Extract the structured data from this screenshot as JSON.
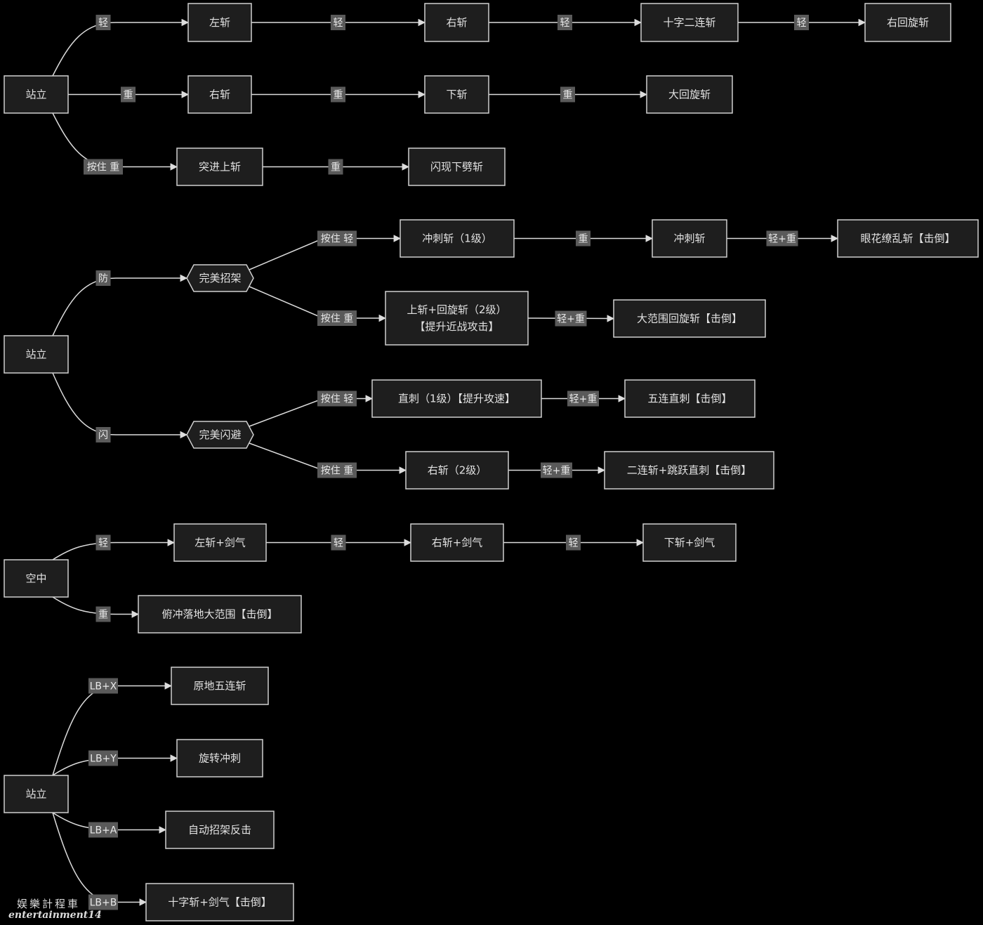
{
  "diagram": {
    "nodes": [
      {
        "id": "s1",
        "text": "站立"
      },
      {
        "id": "n1",
        "text": "左斩"
      },
      {
        "id": "n2",
        "text": "右斩"
      },
      {
        "id": "n3",
        "text": "十字二连斩"
      },
      {
        "id": "n4",
        "text": "右回旋斩"
      },
      {
        "id": "n5",
        "text": "右斩"
      },
      {
        "id": "n6",
        "text": "下斩"
      },
      {
        "id": "n7",
        "text": "大回旋斩"
      },
      {
        "id": "n8",
        "text": "突进上斩"
      },
      {
        "id": "n9",
        "text": "闪现下劈斩"
      },
      {
        "id": "s2",
        "text": "站立"
      },
      {
        "id": "p1",
        "text": "完美招架",
        "shape": "hexagon"
      },
      {
        "id": "p2",
        "text": "完美闪避",
        "shape": "hexagon"
      },
      {
        "id": "m1",
        "text": "冲刺斩（1级）"
      },
      {
        "id": "m2",
        "text": "冲刺斩"
      },
      {
        "id": "m3",
        "text": "眼花缭乱斩【击倒】"
      },
      {
        "id": "m4",
        "text": "上斩+回旋斩（2级）\n【提升近战攻击】"
      },
      {
        "id": "m5",
        "text": "大范围回旋斩【击倒】"
      },
      {
        "id": "m6",
        "text": "直刺（1级）【提升攻速】"
      },
      {
        "id": "m7",
        "text": "五连直刺【击倒】"
      },
      {
        "id": "m8",
        "text": "右斩（2级）"
      },
      {
        "id": "m9",
        "text": "二连斩+跳跃直刺【击倒】"
      },
      {
        "id": "s3",
        "text": "空中"
      },
      {
        "id": "a1",
        "text": "左斩+剑气"
      },
      {
        "id": "a2",
        "text": "右斩+剑气"
      },
      {
        "id": "a3",
        "text": "下斩+剑气"
      },
      {
        "id": "a4",
        "text": "俯冲落地大范围【击倒】"
      },
      {
        "id": "s4",
        "text": "站立"
      },
      {
        "id": "b1",
        "text": "原地五连斩"
      },
      {
        "id": "b2",
        "text": "旋转冲刺"
      },
      {
        "id": "b3",
        "text": "自动招架反击"
      },
      {
        "id": "b4",
        "text": "十字斩+剑气【击倒】"
      }
    ],
    "edges": [
      {
        "from": "s1",
        "to": "n1",
        "label": "轻"
      },
      {
        "from": "n1",
        "to": "n2",
        "label": "轻"
      },
      {
        "from": "n2",
        "to": "n3",
        "label": "轻"
      },
      {
        "from": "n3",
        "to": "n4",
        "label": "轻"
      },
      {
        "from": "s1",
        "to": "n5",
        "label": "重"
      },
      {
        "from": "n5",
        "to": "n6",
        "label": "重"
      },
      {
        "from": "n6",
        "to": "n7",
        "label": "重"
      },
      {
        "from": "s1",
        "to": "n8",
        "label": "按住 重"
      },
      {
        "from": "n8",
        "to": "n9",
        "label": "重"
      },
      {
        "from": "s2",
        "to": "p1",
        "label": "防"
      },
      {
        "from": "s2",
        "to": "p2",
        "label": "闪"
      },
      {
        "from": "p1",
        "to": "m1",
        "label": "按住 轻"
      },
      {
        "from": "m1",
        "to": "m2",
        "label": "重"
      },
      {
        "from": "m2",
        "to": "m3",
        "label": "轻+重"
      },
      {
        "from": "p1",
        "to": "m4",
        "label": "按住 重"
      },
      {
        "from": "m4",
        "to": "m5",
        "label": "轻+重"
      },
      {
        "from": "p2",
        "to": "m6",
        "label": "按住 轻"
      },
      {
        "from": "m6",
        "to": "m7",
        "label": "轻+重"
      },
      {
        "from": "p2",
        "to": "m8",
        "label": "按住 重"
      },
      {
        "from": "m8",
        "to": "m9",
        "label": "轻+重"
      },
      {
        "from": "s3",
        "to": "a1",
        "label": "轻"
      },
      {
        "from": "a1",
        "to": "a2",
        "label": "轻"
      },
      {
        "from": "a2",
        "to": "a3",
        "label": "轻"
      },
      {
        "from": "s3",
        "to": "a4",
        "label": "重"
      },
      {
        "from": "s4",
        "to": "b1",
        "label": "LB+X"
      },
      {
        "from": "s4",
        "to": "b2",
        "label": "LB+Y"
      },
      {
        "from": "s4",
        "to": "b3",
        "label": "LB+A"
      },
      {
        "from": "s4",
        "to": "b4",
        "label": "LB+B"
      }
    ]
  },
  "watermark": {
    "line1": "娱樂計程車",
    "line2": "entertainment14"
  }
}
